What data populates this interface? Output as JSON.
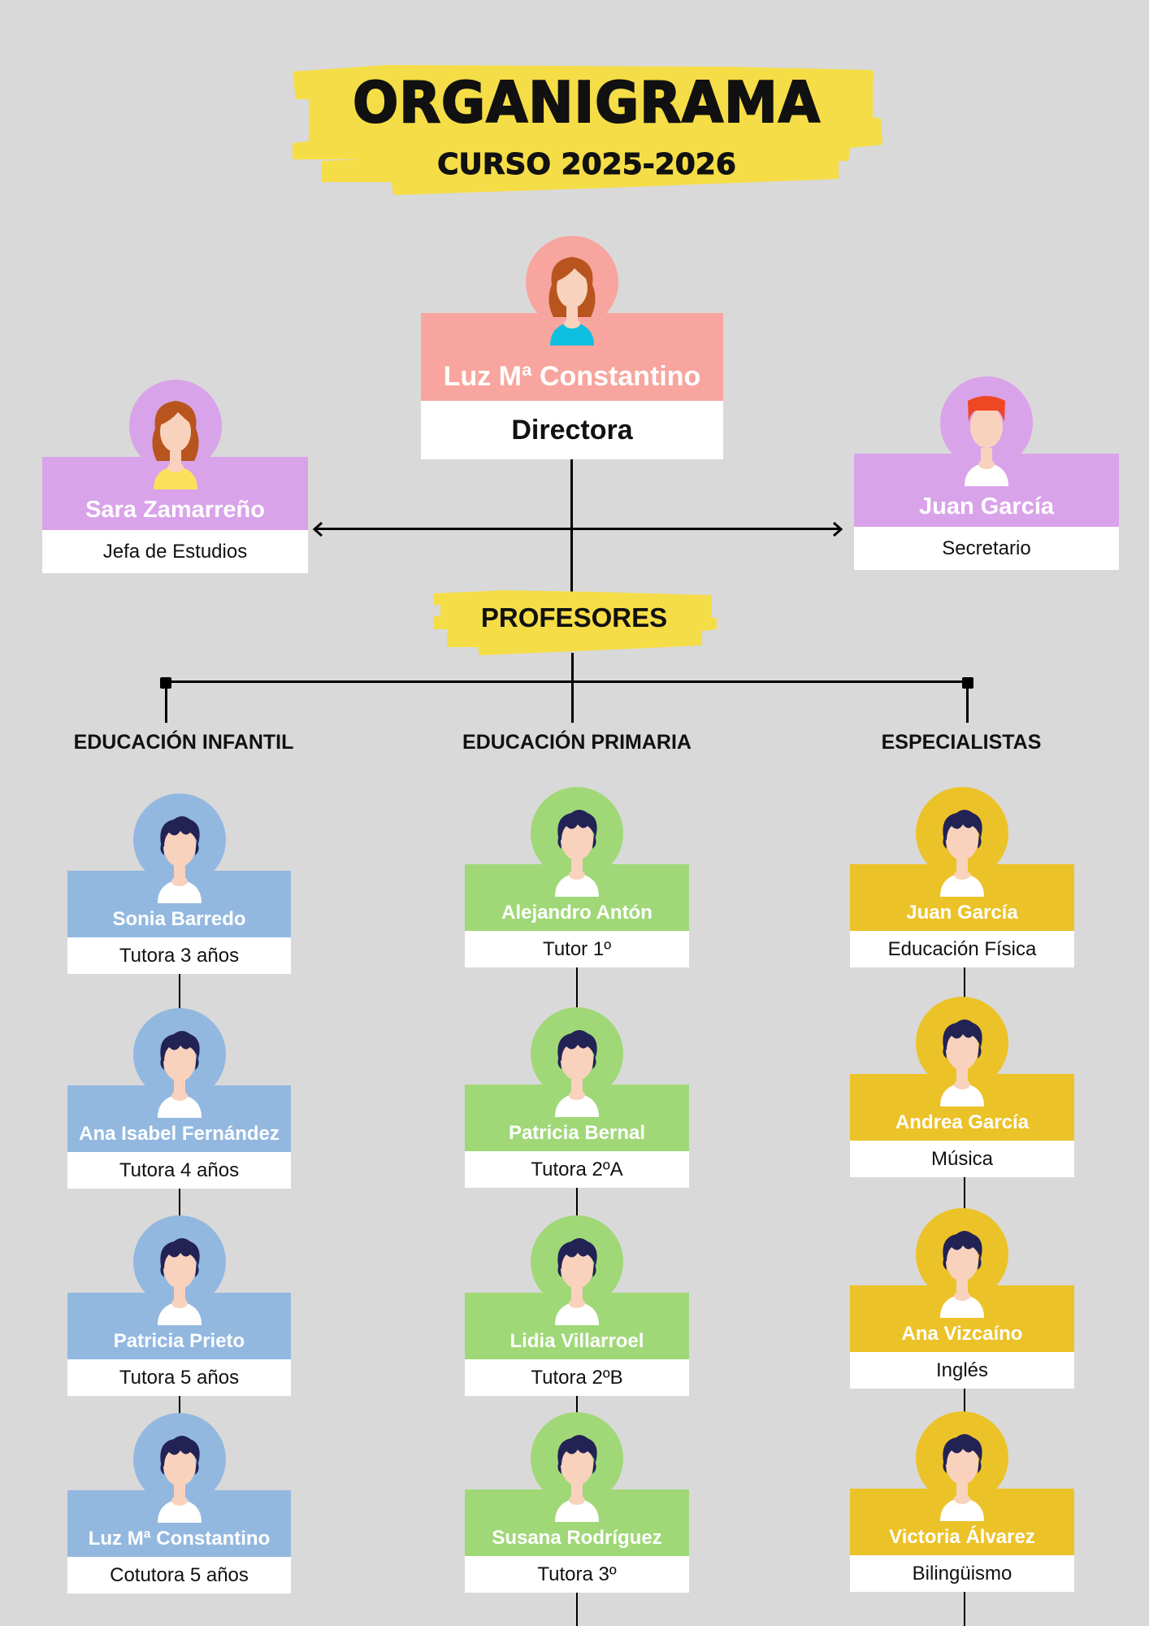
{
  "header": {
    "title": "ORGANIGRAMA",
    "subtitle": "CURSO 2025-2026"
  },
  "colors": {
    "background": "#d9d9d9",
    "banner": "#f5dd47",
    "director": "#f7a59e",
    "management": "#d9a3ea",
    "infantil": "#93b8e0",
    "primaria": "#a0d878",
    "especialistas": "#ecc229"
  },
  "director": {
    "name": "Luz Mª Constantino",
    "role": "Directora"
  },
  "jefa_estudios": {
    "name": "Sara Zamarreño",
    "role": "Jefa de Estudios"
  },
  "secretario": {
    "name": "Juan García",
    "role": "Secretario"
  },
  "profesores_label": "PROFESORES",
  "sections": {
    "infantil": {
      "title": "EDUCACIÓN INFANTIL",
      "members": [
        {
          "name": "Sonia Barredo",
          "role": "Tutora 3 años"
        },
        {
          "name": "Ana Isabel Fernández",
          "role": "Tutora 4 años"
        },
        {
          "name": "Patricia Prieto",
          "role": "Tutora 5 años"
        },
        {
          "name": "Luz Mª Constantino",
          "role": "Cotutora 5 años"
        }
      ]
    },
    "primaria": {
      "title": "EDUCACIÓN PRIMARIA",
      "members": [
        {
          "name": "Alejandro Antón",
          "role": "Tutor 1º"
        },
        {
          "name": "Patricia Bernal",
          "role": "Tutora 2ºA"
        },
        {
          "name": "Lidia Villarroel",
          "role": "Tutora 2ºB"
        },
        {
          "name": "Susana Rodríguez",
          "role": "Tutora 3º"
        }
      ]
    },
    "especialistas": {
      "title": "ESPECIALISTAS",
      "members": [
        {
          "name": "Juan García",
          "role": "Educación Física"
        },
        {
          "name": "Andrea García",
          "role": "Música"
        },
        {
          "name": "Ana Vizcaíno",
          "role": "Inglés"
        },
        {
          "name": "Victoria Álvarez",
          "role": "Bilingüismo"
        }
      ]
    }
  }
}
